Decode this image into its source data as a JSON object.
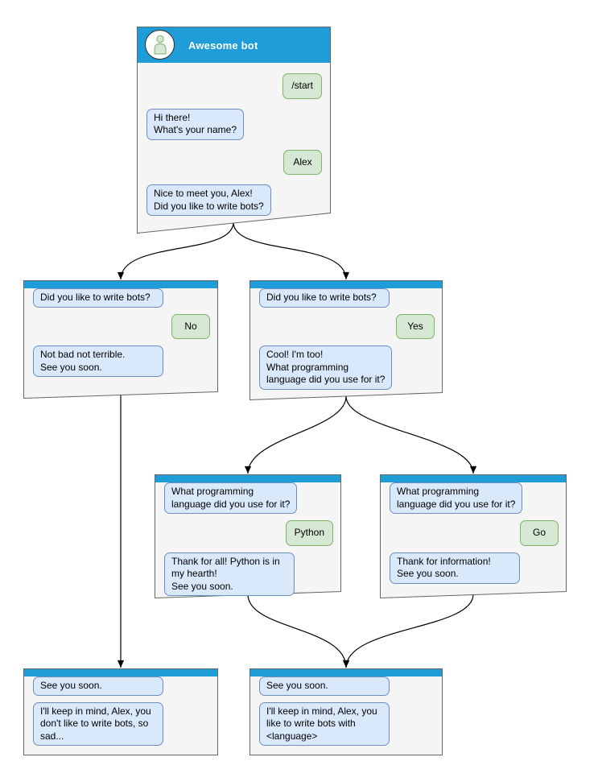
{
  "diagram": {
    "title": "Awesome bot",
    "colors": {
      "header_blue": "#1e9dd9",
      "window_bg": "#f5f5f5",
      "window_border": "#666666",
      "bot_bubble_bg": "#dae8fc",
      "bot_bubble_border": "#6c8ebf",
      "user_bubble_bg": "#d5e8d4",
      "user_bubble_border": "#82b366",
      "connector": "#000000",
      "title_text": "#ffffff"
    },
    "windows": [
      {
        "id": "main",
        "title": "Awesome bot",
        "messages": [
          {
            "from": "user",
            "text": "/start"
          },
          {
            "from": "bot",
            "text": "Hi there!\nWhat's your name?"
          },
          {
            "from": "user",
            "text": "Alex"
          },
          {
            "from": "bot",
            "text": "Nice to meet you, Alex!\nDid you like to write bots?"
          }
        ]
      },
      {
        "id": "branch-no",
        "messages": [
          {
            "from": "bot",
            "text": "Did you like to write bots?"
          },
          {
            "from": "user",
            "text": "No"
          },
          {
            "from": "bot",
            "text": "Not bad not terrible.\nSee you soon."
          }
        ]
      },
      {
        "id": "branch-yes",
        "messages": [
          {
            "from": "bot",
            "text": "Did you like to write bots?"
          },
          {
            "from": "user",
            "text": "Yes"
          },
          {
            "from": "bot",
            "text": "Cool! I'm too!\nWhat programming\nlanguage did you use for it?"
          }
        ]
      },
      {
        "id": "branch-python",
        "messages": [
          {
            "from": "bot",
            "text": "What programming\nlanguage did you use for it?"
          },
          {
            "from": "user",
            "text": "Python"
          },
          {
            "from": "bot",
            "text": "Thank for all! Python is in\nmy hearth!\nSee you soon."
          }
        ]
      },
      {
        "id": "branch-go",
        "messages": [
          {
            "from": "bot",
            "text": "What programming\nlanguage did you use for it?"
          },
          {
            "from": "user",
            "text": "Go"
          },
          {
            "from": "bot",
            "text": "Thank for information!\nSee you soon."
          }
        ]
      },
      {
        "id": "end-no",
        "messages": [
          {
            "from": "bot",
            "text": "See you soon."
          },
          {
            "from": "bot",
            "text": "I'll keep in mind, Alex, you\ndon't like to write bots, so\nsad..."
          }
        ]
      },
      {
        "id": "end-yes",
        "messages": [
          {
            "from": "bot",
            "text": "See you soon."
          },
          {
            "from": "bot",
            "text": "I'll keep in mind, Alex, you\nlike to write bots with\n<language>"
          }
        ]
      }
    ],
    "edges": [
      {
        "from": "main",
        "to": "branch-no"
      },
      {
        "from": "main",
        "to": "branch-yes"
      },
      {
        "from": "branch-no",
        "to": "end-no"
      },
      {
        "from": "branch-yes",
        "to": "branch-python"
      },
      {
        "from": "branch-yes",
        "to": "branch-go"
      },
      {
        "from": "branch-python",
        "to": "end-yes"
      },
      {
        "from": "branch-go",
        "to": "end-yes"
      }
    ]
  }
}
